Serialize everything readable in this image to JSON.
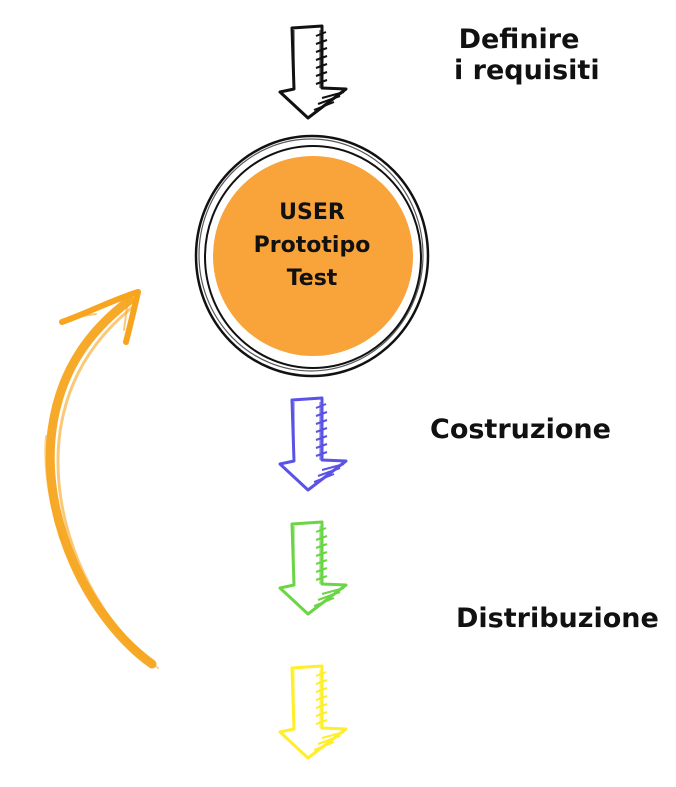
{
  "steps": {
    "define": {
      "line1": "Definire",
      "line2": "i requisiti",
      "arrow_color": "#111111"
    },
    "core": {
      "line1": "USER",
      "line2": "Prototipo",
      "line3": "Test",
      "fill_color": "#f9a43a"
    },
    "build": {
      "label": "Costruzione",
      "arrow_color": "#5b52e6"
    },
    "deploy": {
      "label": "Distribuzione",
      "arrow_color": "#6bd645"
    },
    "final_arrow_color": "#ffee2a",
    "loop_arrow_color": "#f7a51e"
  },
  "icons": {
    "down": "arrow-down-icon",
    "loop": "loop-arrow-icon"
  }
}
